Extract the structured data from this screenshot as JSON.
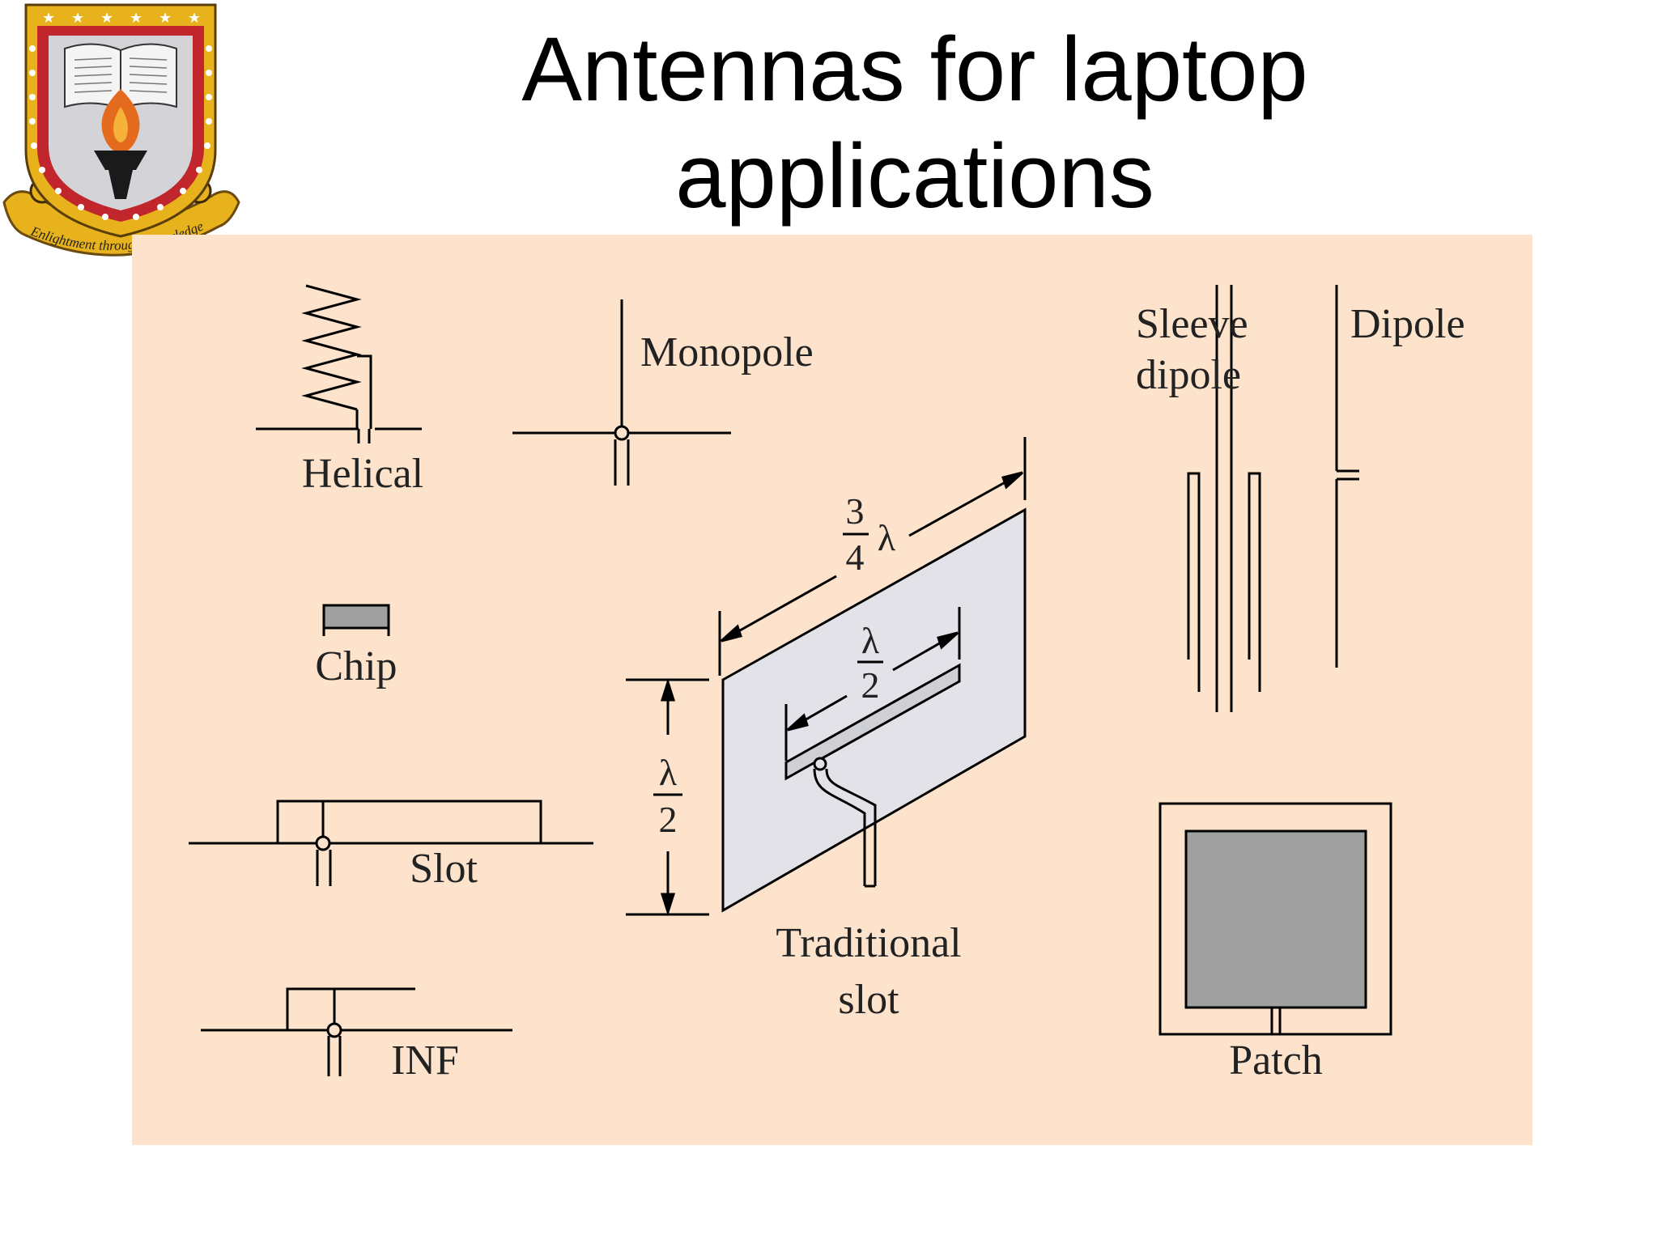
{
  "slide": {
    "title_line1": "Antennas for laptop",
    "title_line2": "applications"
  },
  "crest": {
    "motto": "Enlightment through Knowledge"
  },
  "colors": {
    "panel": "#fde3cc",
    "ink": "#000000",
    "metal": "#a0a0a0",
    "slot_plate": "#e2e2e8",
    "crest_gold": "#e8b21c",
    "crest_red": "#c0262b"
  },
  "labels": {
    "helical": "Helical",
    "monopole": "Monopole",
    "chip": "Chip",
    "slot": "Slot",
    "inf": "INF",
    "traditional_line1": "Traditional",
    "traditional_line2": "slot",
    "sleeve_line1": "Sleeve",
    "sleeve_line2": "dipole",
    "dipole": "Dipole",
    "patch": "Patch"
  },
  "dimensions": {
    "width_num": "3",
    "width_den": "4",
    "width_sym": "λ",
    "slot_num": "λ",
    "slot_den": "2",
    "height_num": "λ",
    "height_den": "2"
  }
}
